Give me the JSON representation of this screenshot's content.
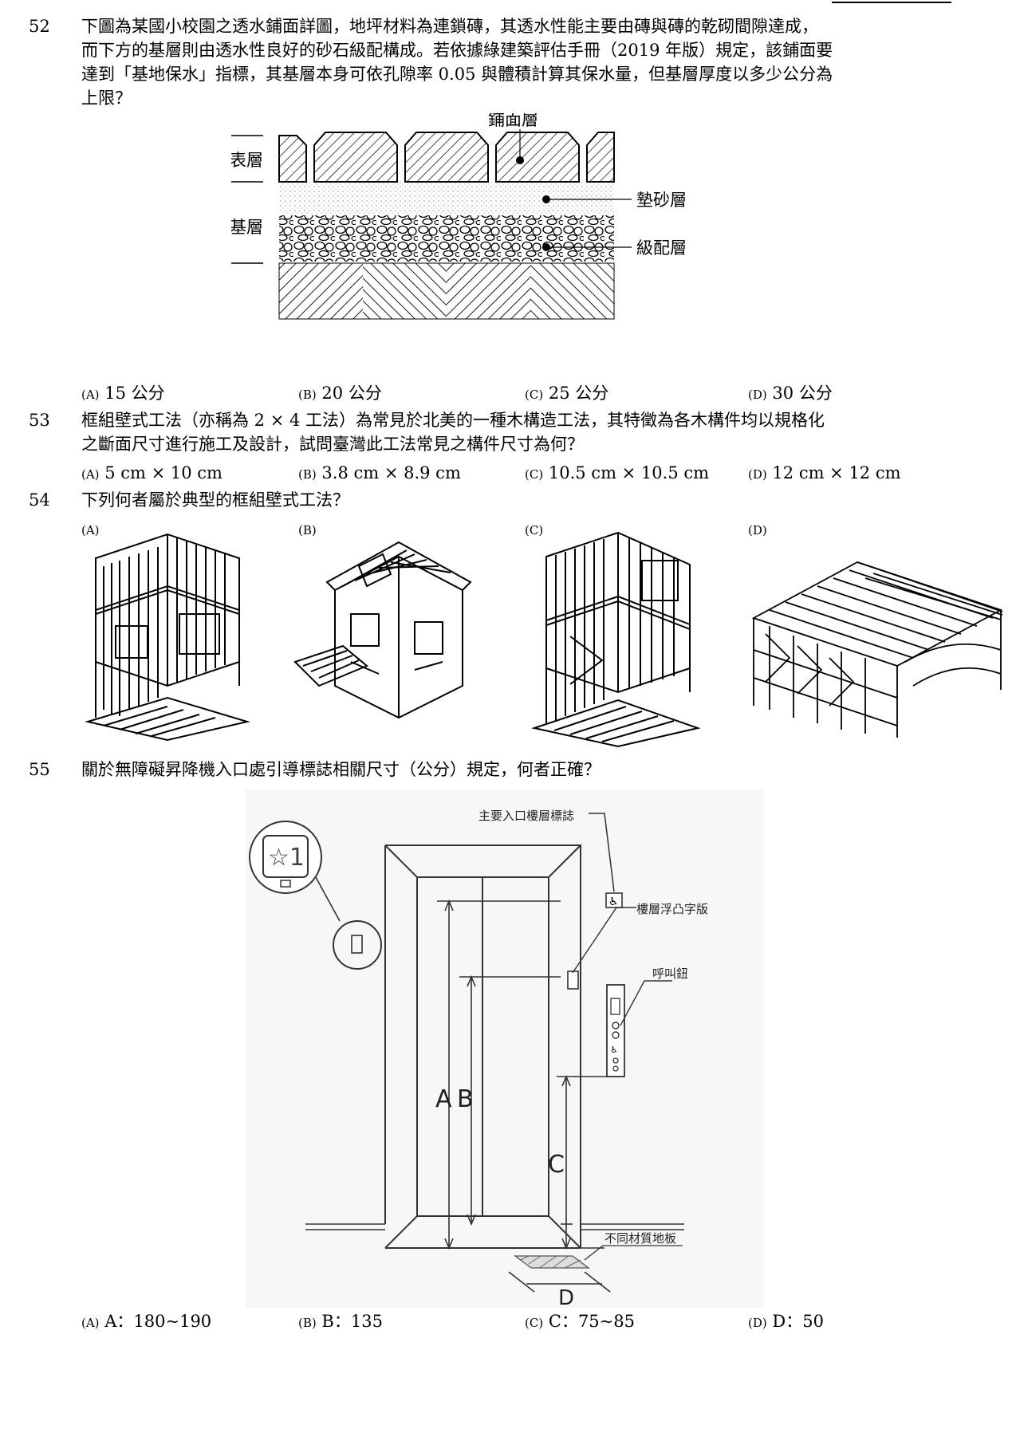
{
  "questions": [
    {
      "number": "52",
      "stem_lines": [
        "下圖為某國小校園之透水鋪面詳圖，地坪材料為連鎖磚，其透水性能主要由磚與磚的乾砌間隙達成，",
        "而下方的基層則由透水性良好的砂石級配構成。若依據綠建築評估手冊（2019 年版）規定，該鋪面要",
        "達到「基地保水」指標，其基層本身可依孔隙率 0.05 與體積計算其保水量，但基層厚度以多少公分為",
        "上限？"
      ],
      "figure_labels": {
        "paving": "鋪面層",
        "surface": "表層",
        "base": "基層",
        "sand": "墊砂層",
        "gravel": "級配層"
      },
      "options": [
        {
          "label": "(A)",
          "text": "15 公分"
        },
        {
          "label": "(B)",
          "text": "20 公分"
        },
        {
          "label": "(C)",
          "text": "25 公分"
        },
        {
          "label": "(D)",
          "text": "30 公分"
        }
      ]
    },
    {
      "number": "53",
      "stem_lines": [
        "框組壁式工法（亦稱為 2 × 4 工法）為常見於北美的一種木構造工法，其特徵為各木構件均以規格化",
        "之斷面尺寸進行施工及設計，試問臺灣此工法常見之構件尺寸為何？"
      ],
      "options": [
        {
          "label": "(A)",
          "text": "5 cm × 10 cm"
        },
        {
          "label": "(B)",
          "text": "3.8 cm × 8.9 cm"
        },
        {
          "label": "(C)",
          "text": "10.5 cm × 10.5 cm"
        },
        {
          "label": "(D)",
          "text": "12 cm × 12 cm"
        }
      ]
    },
    {
      "number": "54",
      "stem_lines": [
        "下列何者屬於典型的框組壁式工法？"
      ],
      "options": [
        {
          "label": "(A)",
          "text": ""
        },
        {
          "label": "(B)",
          "text": ""
        },
        {
          "label": "(C)",
          "text": ""
        },
        {
          "label": "(D)",
          "text": ""
        }
      ]
    },
    {
      "number": "55",
      "stem_lines": [
        "關於無障礙昇降機入口處引導標誌相關尺寸（公分）規定，何者正確？"
      ],
      "figure_labels": {
        "main_entrance_sign": "主要入口樓層標誌",
        "braille_plate": "樓層浮凸字版",
        "call_button": "呼叫鈕",
        "different_floor": "不同材質地板",
        "dim_a": "A",
        "dim_b": "B",
        "dim_c": "C",
        "dim_d": "D",
        "sign_glyph": "☆1"
      },
      "options": [
        {
          "label": "(A)",
          "text": "A：180~190"
        },
        {
          "label": "(B)",
          "text": "B：135"
        },
        {
          "label": "(C)",
          "text": "C：75~85"
        },
        {
          "label": "(D)",
          "text": "D：50"
        }
      ]
    }
  ]
}
